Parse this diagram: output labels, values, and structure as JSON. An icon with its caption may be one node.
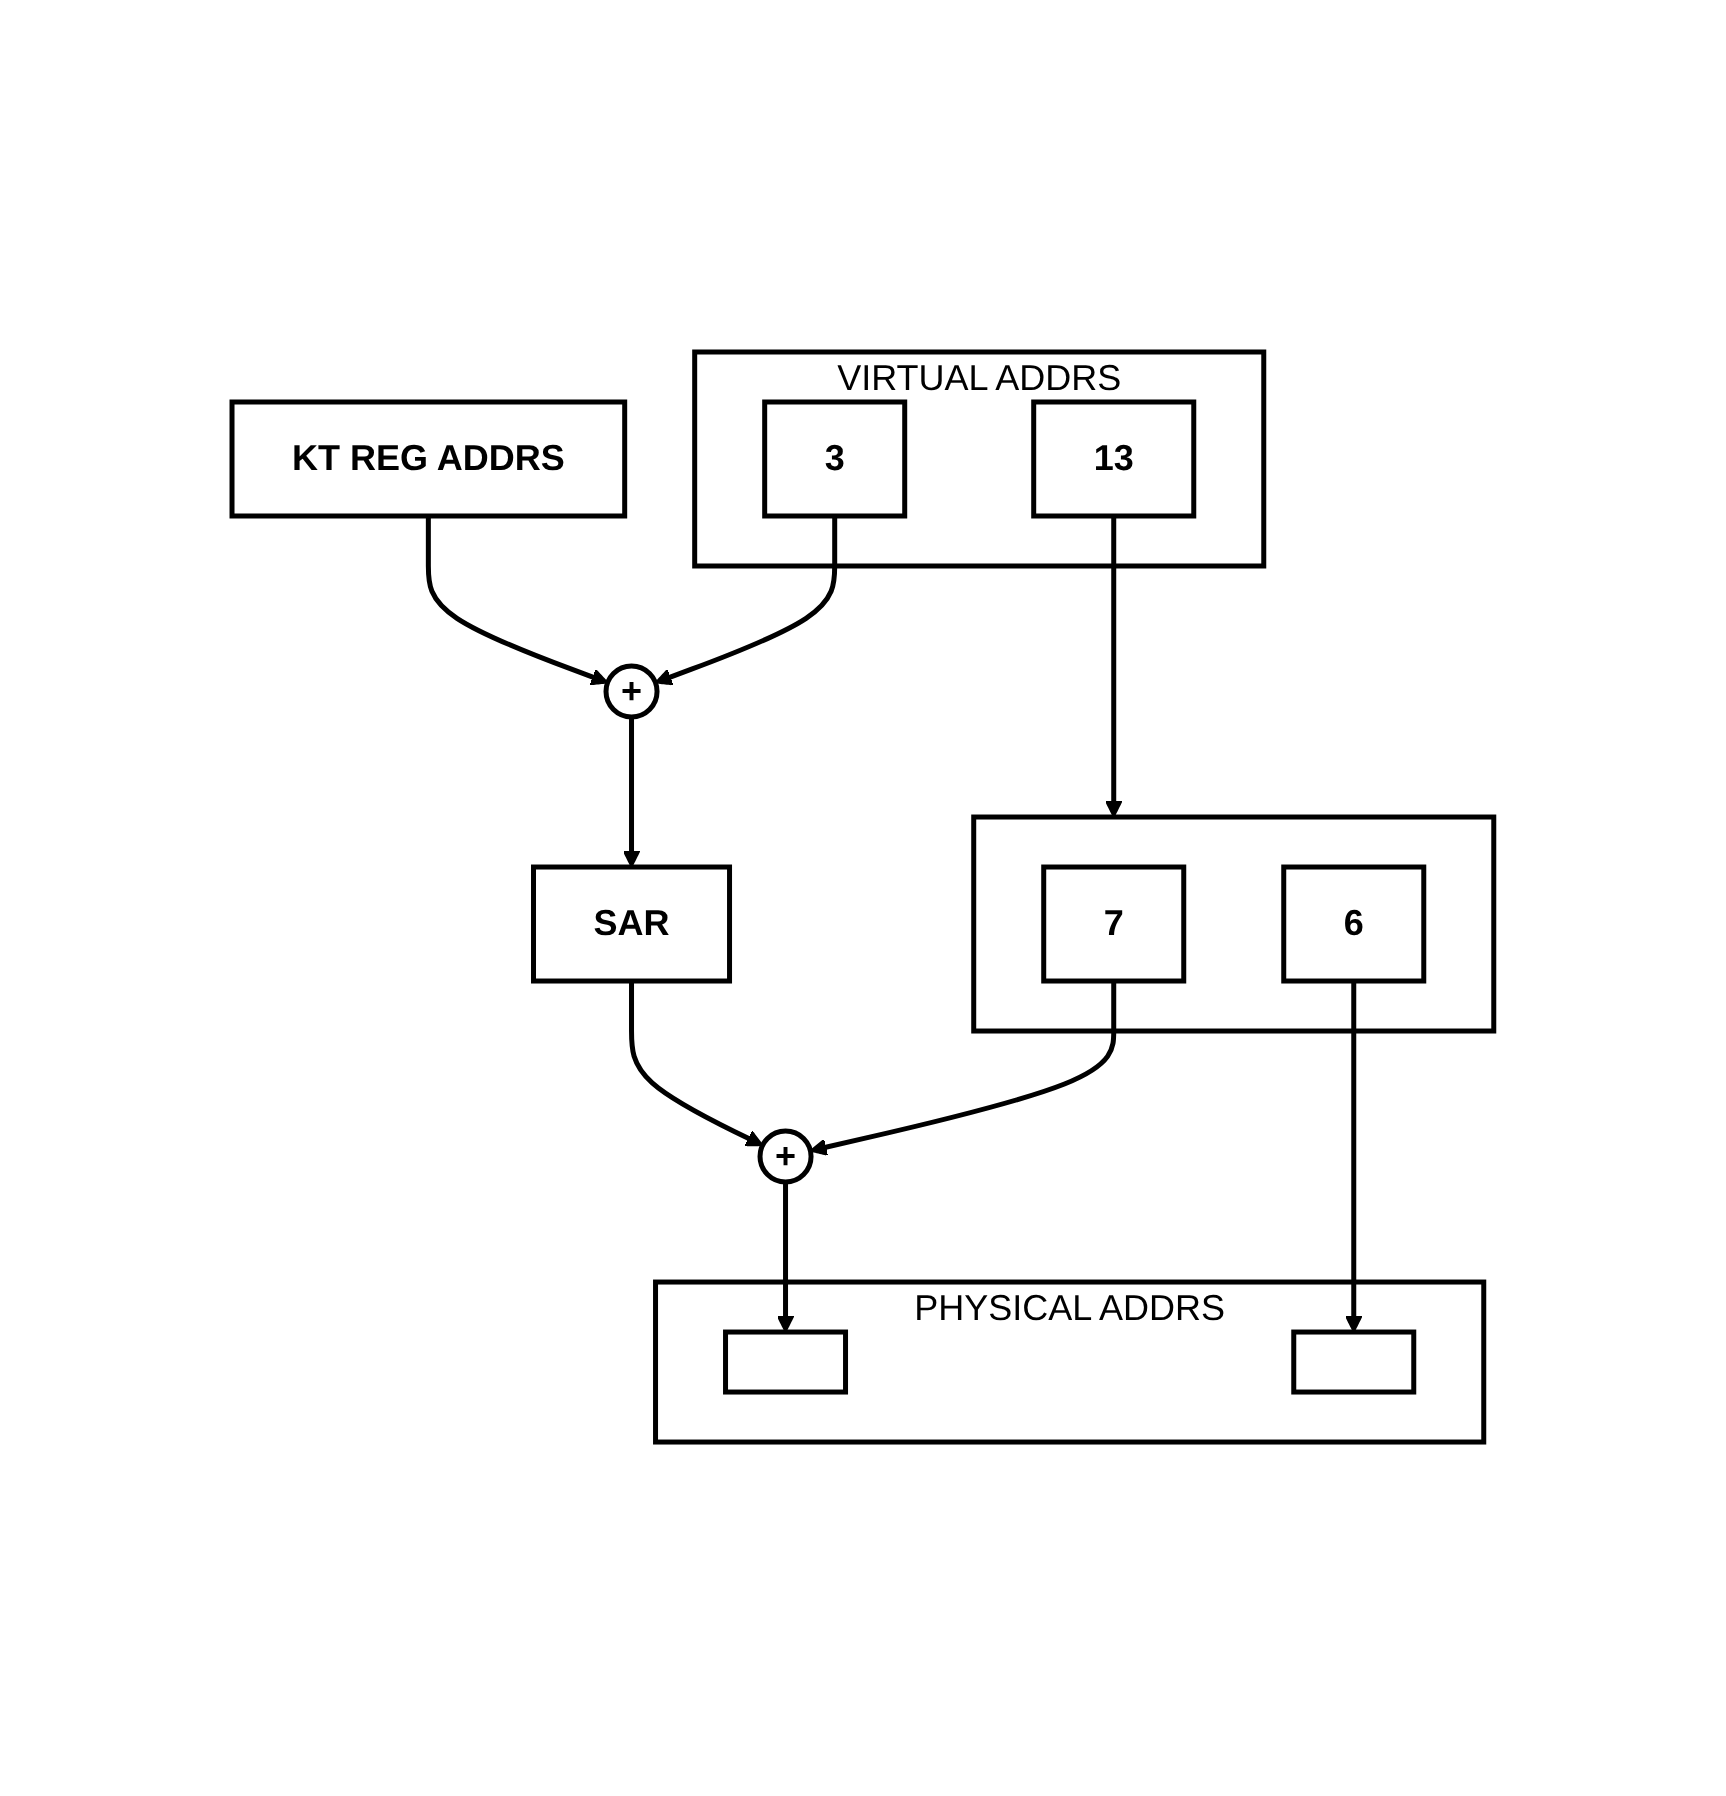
{
  "diagram": {
    "nodes": [
      {
        "text": [
          "KT REG ADDRS"
        ]
      },
      {
        "text": [
          "VIRTUAL ADDRS"
        ]
      },
      {
        "text": [
          "3"
        ],
        "in": 1
      },
      {
        "text": [
          "13"
        ],
        "in": 1
      },
      {
        "text": [
          "+"
        ]
      },
      {
        "text": [
          "SAR"
        ]
      },
      {
        "text": [],
        "shape": "box"
      },
      {
        "text": [
          "7"
        ],
        "in": 6
      },
      {
        "text": [
          "6"
        ],
        "in": 6
      },
      {
        "text": [
          "+"
        ]
      },
      {
        "text": [
          "PHYSICAL ADDRS"
        ]
      },
      {
        "text": [],
        "shape": "box",
        "in": 10
      },
      {
        "text": [],
        "shape": "box",
        "in": 10
      }
    ],
    "edges": [
      {
        "from": 0,
        "to": 4,
        "arrow": "to"
      },
      {
        "from": 2,
        "to": 4,
        "arrow": "to"
      },
      {
        "from": 4,
        "to": 5,
        "arrow": "to"
      },
      {
        "from": 3,
        "to": 6,
        "arrow": "to"
      },
      {
        "from": 5,
        "to": 9,
        "arrow": "to"
      },
      {
        "from": 7,
        "to": 9,
        "arrow": "to"
      },
      {
        "from": 9,
        "to": 11,
        "arrow": "to"
      },
      {
        "from": 8,
        "to": 12,
        "arrow": "to"
      }
    ]
  }
}
